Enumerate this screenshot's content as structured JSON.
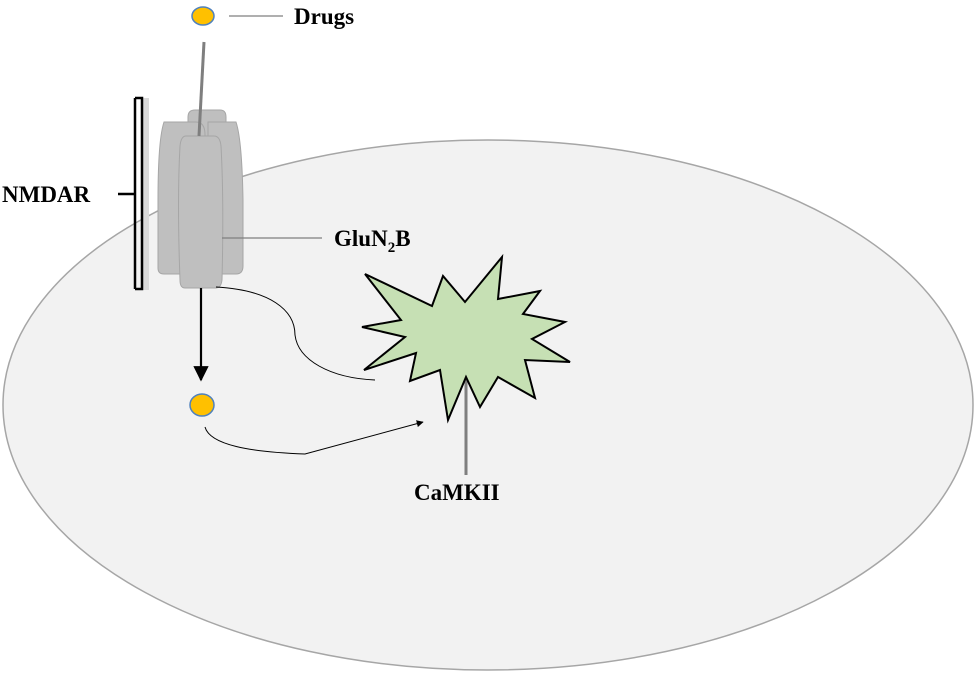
{
  "labels": {
    "drugs": "Drugs",
    "nmdar": "NMDAR",
    "glun2b_main": "GluN",
    "glun2b_sub": "2",
    "glun2b_end": "B",
    "camkii": "CaMKII"
  },
  "colors": {
    "cell_fill": "#f2f2f2",
    "cell_stroke": "#a6a6a6",
    "receptor_fill": "#bfbfbf",
    "receptor_stroke": "#a6a6a6",
    "membrane_fill": "#d9d9d9",
    "drug_fill": "#ffc000",
    "drug_stroke": "#4f81bd",
    "camkii_fill": "#c6e0b4",
    "camkii_stroke": "#000000",
    "leader_line": "#7f7f7f",
    "arrow": "#000000"
  }
}
